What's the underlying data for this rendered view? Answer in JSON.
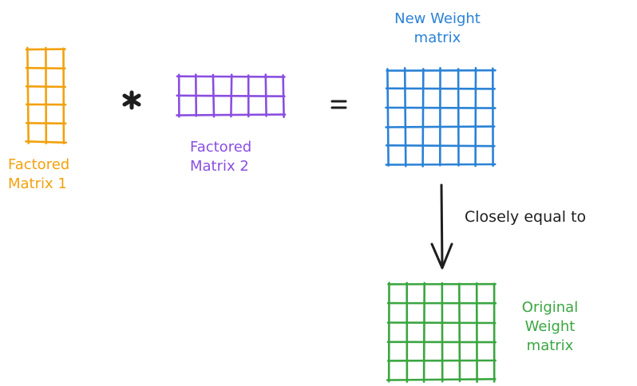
{
  "matrices": {
    "factored_1": {
      "label_line1": "Factored",
      "label_line2": "Matrix 1",
      "rows": 5,
      "cols": 2,
      "color": "#f2a10e"
    },
    "factored_2": {
      "label_line1": "Factored",
      "label_line2": "Matrix 2",
      "rows": 2,
      "cols": 6,
      "color": "#8a4ee0"
    },
    "new_weight": {
      "label_line1": "New Weight",
      "label_line2": "matrix",
      "rows": 5,
      "cols": 6,
      "color": "#2a82d6"
    },
    "original_weight": {
      "label_line1": "Original",
      "label_line2": "Weight",
      "label_line3": "matrix",
      "rows": 5,
      "cols": 6,
      "color": "#3aa640"
    }
  },
  "operators": {
    "multiply": "*",
    "equals": "="
  },
  "relation_label": "Closely equal to",
  "colors": {
    "orange": "#f2a10e",
    "purple": "#8a4ee0",
    "blue": "#2a82d6",
    "green": "#3aa640",
    "ink": "#1e1e1e"
  }
}
